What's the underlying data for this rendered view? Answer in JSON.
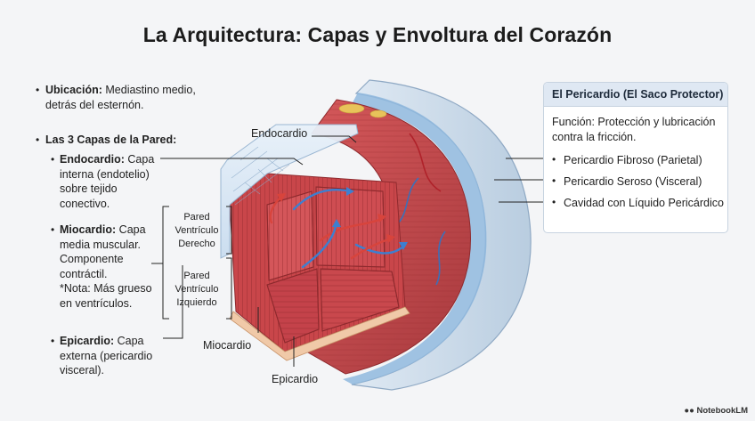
{
  "title": "La Arquitectura: Capas y Envoltura del Corazón",
  "left": {
    "ubicacion_label": "Ubicación:",
    "ubicacion_text1": " Mediastino medio,",
    "ubicacion_text2": "detrás del esternón.",
    "capas_heading": "Las 3 Capas de la Pared:",
    "endocardio_label": "Endocardio:",
    "endocardio_text1": " Capa",
    "endocardio_text2": "interna (endotelio)",
    "endocardio_text3": "sobre tejido",
    "endocardio_text4": "conectivo.",
    "miocardio_label": "Miocardio:",
    "miocardio_text1": " Capa",
    "miocardio_text2": "media muscular.",
    "miocardio_text3": "Componente",
    "miocardio_text4": "contráctil.",
    "miocardio_text5": "*Nota: Más grueso",
    "miocardio_text6": "en ventrículos.",
    "epicardio_label": "Epicardio:",
    "epicardio_text1": " Capa",
    "epicardio_text2": "externa (pericardio",
    "epicardio_text3": "visceral)."
  },
  "bracket_labels": {
    "derecho": [
      "Pared",
      "Ventrículo",
      "Derecho"
    ],
    "izquierdo": [
      "Pared",
      "Ventrículo",
      "Izquierdo"
    ]
  },
  "callouts": {
    "endocardio": "Endocardio",
    "miocardio": "Miocardio",
    "epicardio": "Epicardio"
  },
  "panel": {
    "heading": "El Pericardio (El Saco Protector)",
    "desc": "Función: Protección y lubricación contra la fricción.",
    "items": [
      "Pericardio Fibroso (Parietal)",
      "Pericardio Seroso (Visceral)",
      "Cavidad con Líquido Pericárdico"
    ]
  },
  "logo": "NotebookLM",
  "colors": {
    "muscle": "#c9464a",
    "muscle_dark": "#a3353a",
    "fat": "#e8c35a",
    "pericardium": "#bcd3e8",
    "endocardium": "#d9e7f3",
    "arrow_blue": "#3d7fd0",
    "arrow_red": "#d8443c"
  }
}
